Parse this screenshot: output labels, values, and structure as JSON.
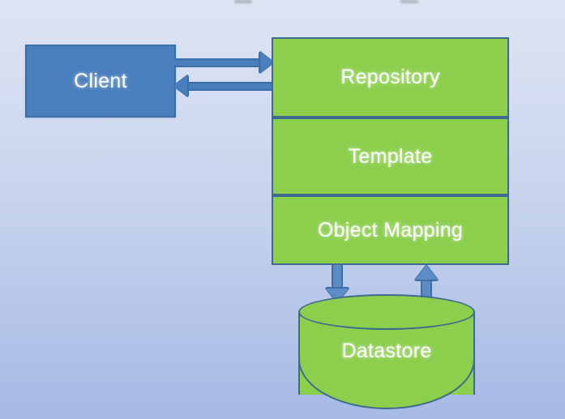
{
  "diagram": {
    "type": "architecture-layer-diagram",
    "background": {
      "gradient_from": "#dde4f3",
      "gradient_to": "#a6b9e5"
    },
    "palette": {
      "client_fill": "#4a7fbe",
      "client_border": "#3d6ea8",
      "layer_fill": "#8ccf4d",
      "layer_border": "#3d6b8e",
      "arrow_fill": "#4a7fbe",
      "arrow_border": "#3d6ea8",
      "label_color": "#ffffff"
    },
    "nodes": {
      "client": {
        "label": "Client"
      },
      "datastore": {
        "label": "Datastore"
      }
    },
    "stack": {
      "layers": [
        {
          "label": "Repository"
        },
        {
          "label": "Template"
        },
        {
          "label": "Object Mapping"
        }
      ]
    },
    "arrows": [
      {
        "name": "client-to-repository",
        "direction": "right"
      },
      {
        "name": "repository-to-client",
        "direction": "left"
      },
      {
        "name": "object-mapping-to-datastore",
        "direction": "down"
      },
      {
        "name": "datastore-to-object-mapping",
        "direction": "up"
      }
    ]
  }
}
